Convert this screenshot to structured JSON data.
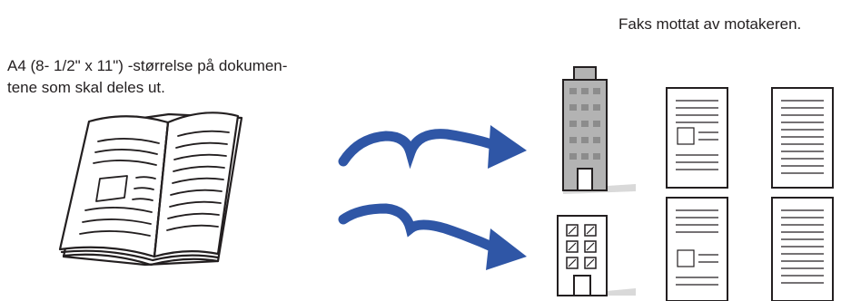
{
  "receiver_caption": "Faks mottat av motakeren.",
  "document_caption": {
    "line1": "A4 (8- 1/2\" x 11\") -størrelse på dokumen-",
    "line2": "tene som skal deles ut."
  },
  "colors": {
    "arrow": "#2f56a6",
    "outline": "#231f20",
    "building_gray": "#b3b3b3",
    "window_gray": "#8c8c8c",
    "shadow_gray": "#d9d9d9"
  },
  "icons": [
    "open-book-icon",
    "arrow-icon",
    "office-building-icon",
    "apartment-building-icon",
    "fax-page-icon"
  ]
}
